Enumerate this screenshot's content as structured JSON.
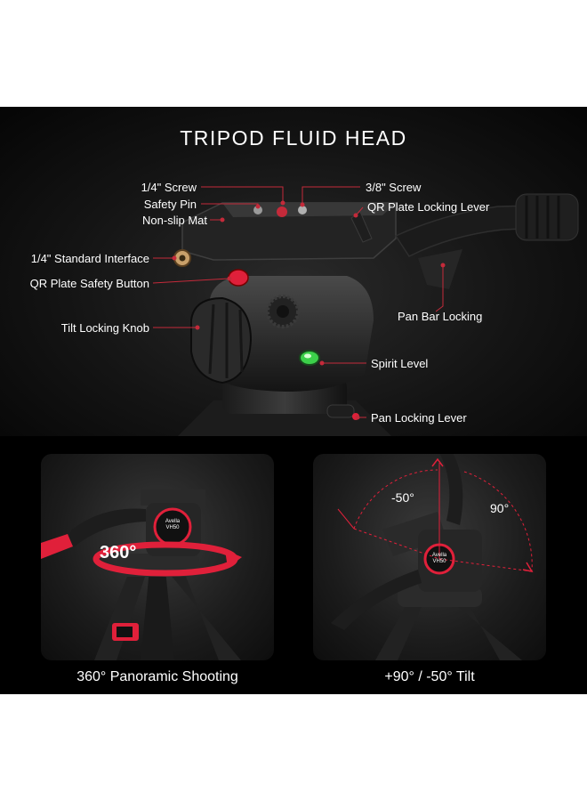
{
  "title": "TRIPOD FLUID HEAD",
  "callouts": {
    "screw_quarter": "1/4\" Screw",
    "safety_pin": "Safety Pin",
    "non_slip_mat": "Non-slip Mat",
    "standard_interface": "1/4\" Standard Interface",
    "qr_safety_button": "QR Plate Safety Button",
    "tilt_knob": "Tilt Locking Knob",
    "screw_three_eighths": "3/8\" Screw",
    "qr_locking_lever": "QR Plate Locking Lever",
    "pan_bar_locking": "Pan Bar Locking",
    "spirit_level": "Spirit Level",
    "pan_locking_lever": "Pan Locking Lever"
  },
  "panels": {
    "pan": {
      "caption": "360° Panoramic Shooting",
      "degree": "360°",
      "brand_top": "Avella",
      "brand_bottom": "VH50"
    },
    "tilt": {
      "caption": "+90° / -50° Tilt",
      "minus_angle": "-50°",
      "plus_angle": "90°",
      "brand_top": "Avella",
      "brand_bottom": "VH50"
    }
  },
  "colors": {
    "accent_red": "#e0203a",
    "spirit_green": "#3cd04a"
  }
}
